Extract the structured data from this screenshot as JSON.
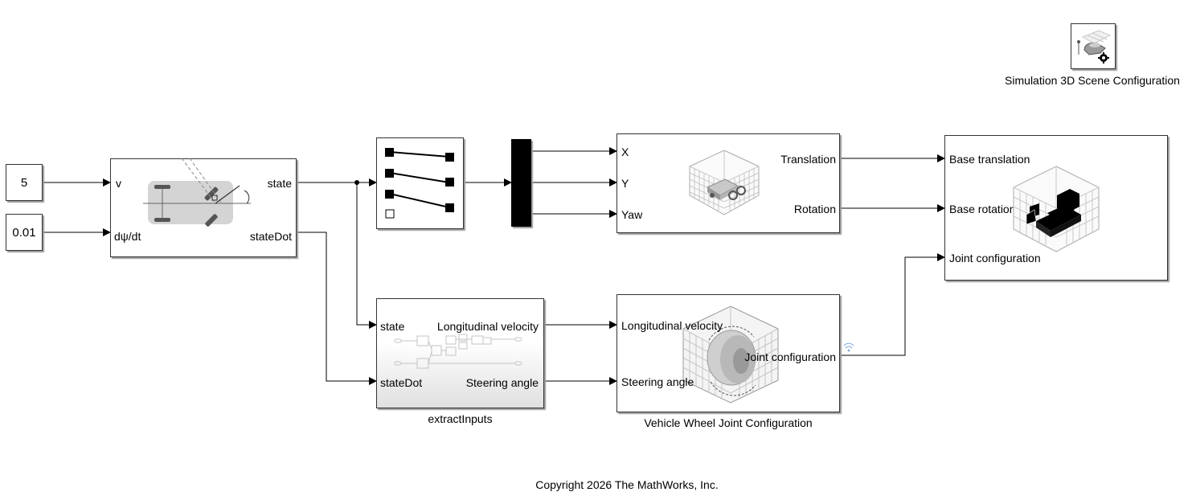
{
  "constants": {
    "v_value": "5",
    "rate_value": "0.01"
  },
  "vehicle_block": {
    "in_v": "v",
    "in_rate": "dψ/dt",
    "out_state": "state",
    "out_state_dot": "stateDot"
  },
  "selector_block": {},
  "mux_block": {},
  "pose_block": {
    "in_x": "X",
    "in_y": "Y",
    "in_yaw": "Yaw",
    "out_translation": "Translation",
    "out_rotation": "Rotation"
  },
  "actor_block": {
    "in_base_translation": "Base translation",
    "in_base_rotation": "Base rotation",
    "in_joint_configuration": "Joint configuration"
  },
  "extract_block": {
    "in_state": "state",
    "in_state_dot": "stateDot",
    "out_long_velocity": "Longitudinal velocity",
    "out_steering": "Steering angle",
    "name": "extractInputs"
  },
  "wheel_block": {
    "in_long_velocity": "Longitudinal velocity",
    "in_steering": "Steering angle",
    "out_joint": "Joint configuration",
    "name": "Vehicle Wheel Joint Configuration"
  },
  "scene_config_block": {
    "name": "Simulation 3D Scene Configuration"
  },
  "footer": {
    "copyright": "Copyright 2026 The MathWorks, Inc."
  }
}
